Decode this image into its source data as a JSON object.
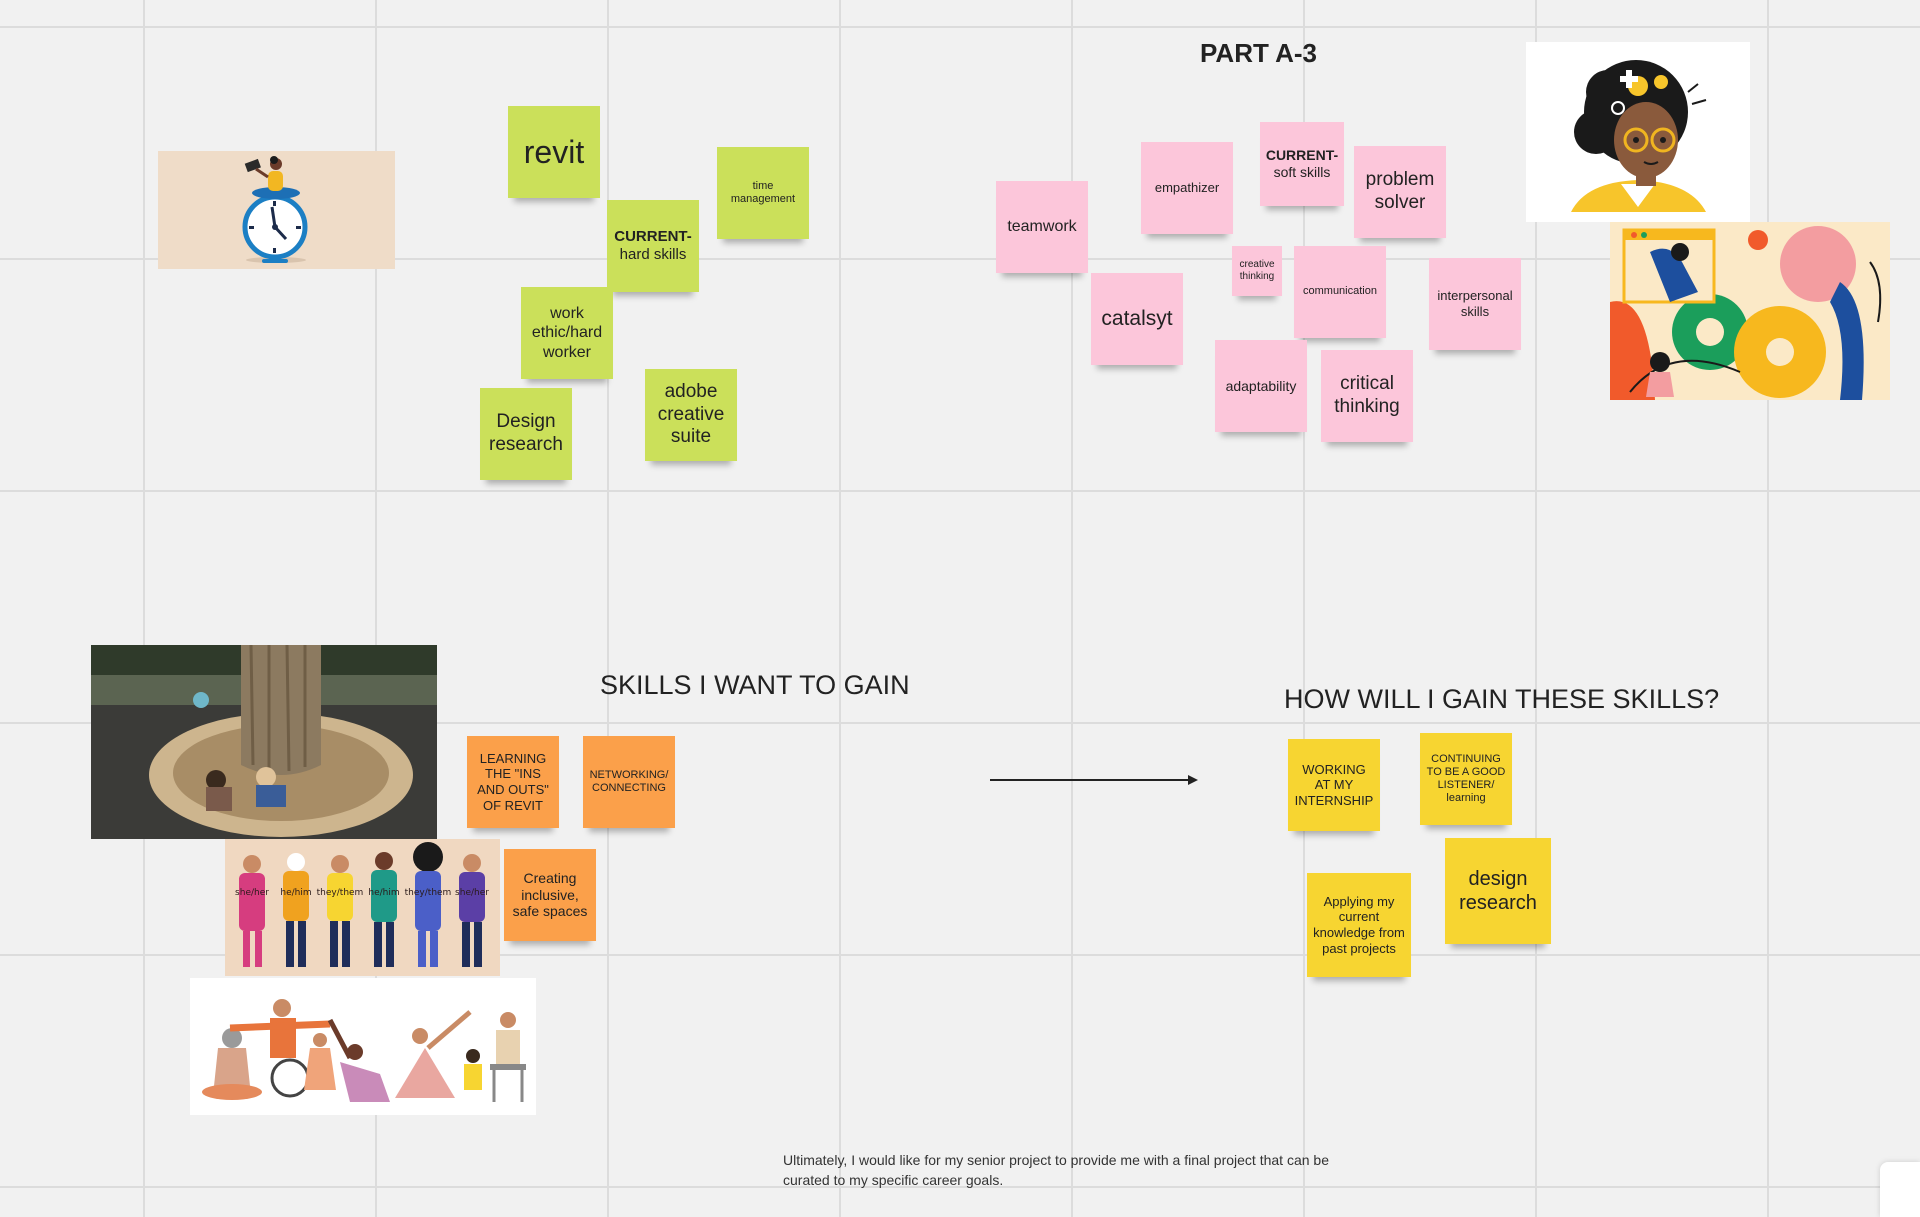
{
  "board": {
    "title": "PART A-3",
    "section_gain": "SKILLS I WANT TO GAIN",
    "section_how": "HOW WILL I GAIN THESE SKILLS?",
    "footer_line1": "Ultimately, I would like for my senior project to provide me with a final project that can be",
    "footer_line2": "curated to my specific career goals."
  },
  "hard_skills": {
    "header_bold": "CURRENT-",
    "header_sub": "hard skills",
    "revit": "revit",
    "time": "time management",
    "work_ethic": "work ethic/hard worker",
    "design_research": "Design research",
    "adobe": "adobe creative suite"
  },
  "soft_skills": {
    "header_bold": "CURRENT-",
    "header_sub": "soft skills",
    "teamwork": "teamwork",
    "empathizer": "empathizer",
    "problem_solver": "problem solver",
    "catalsyt": "catalsyt",
    "creative_thinking": "creative thinking",
    "communication": "communication",
    "interpersonal": "interpersonal skills",
    "adaptability": "adaptability",
    "critical_thinking": "critical thinking"
  },
  "gain_skills": {
    "revit": "LEARNING THE \"INS AND OUTS\" OF REVIT",
    "networking": "NETWORKING/ CONNECTING",
    "inclusive": "Creating inclusive, safe spaces"
  },
  "how_skills": {
    "internship": "WORKING AT MY INTERNSHIP",
    "listener": "CONTINUING TO BE A GOOD LISTENER/ learning",
    "applying": "Applying my current knowledge from past projects",
    "design_research": "design research"
  },
  "pronoun_labels": [
    "she/her",
    "he/him",
    "they/them",
    "he/him",
    "they/them",
    "she/her"
  ],
  "colors": {
    "green_note": "#cbe05a",
    "pink_note": "#fcc6da",
    "orange_note": "#fba04a",
    "yellow_note": "#f7d531",
    "board_bg": "#f1f1f1"
  }
}
